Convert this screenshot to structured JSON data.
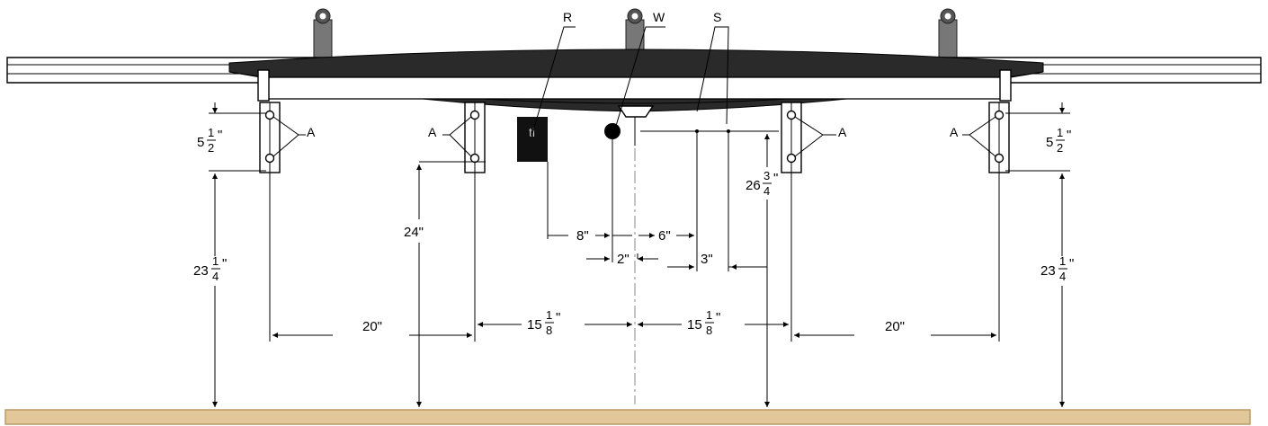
{
  "callouts": {
    "r": "R",
    "w": "W",
    "s": "S",
    "a": "A"
  },
  "dims": {
    "d_5_half_left": {
      "whole": "5",
      "num": "1",
      "den": "2",
      "unit": "\""
    },
    "d_5_half_right": {
      "whole": "5",
      "num": "1",
      "den": "2",
      "unit": "\""
    },
    "d_26_34": {
      "whole": "26",
      "num": "3",
      "den": "4",
      "unit": "\""
    },
    "d_23_14_left": {
      "whole": "23",
      "num": "1",
      "den": "4",
      "unit": "\""
    },
    "d_23_14_right": {
      "whole": "23",
      "num": "1",
      "den": "4",
      "unit": "\""
    },
    "d_15_18_left": {
      "whole": "15",
      "num": "1",
      "den": "8",
      "unit": "\""
    },
    "d_15_18_right": {
      "whole": "15",
      "num": "1",
      "den": "8",
      "unit": "\""
    },
    "d_24": "24\"",
    "d_8": "8\"",
    "d_6": "6\"",
    "d_2": "2\"",
    "d_3": "3\"",
    "d_20_left": "20\"",
    "d_20_right": "20\""
  },
  "colors": {
    "floor": "#e2c79a",
    "floor_edge": "#b99a66",
    "spring": "#2a2a2a",
    "line": "#000000"
  }
}
